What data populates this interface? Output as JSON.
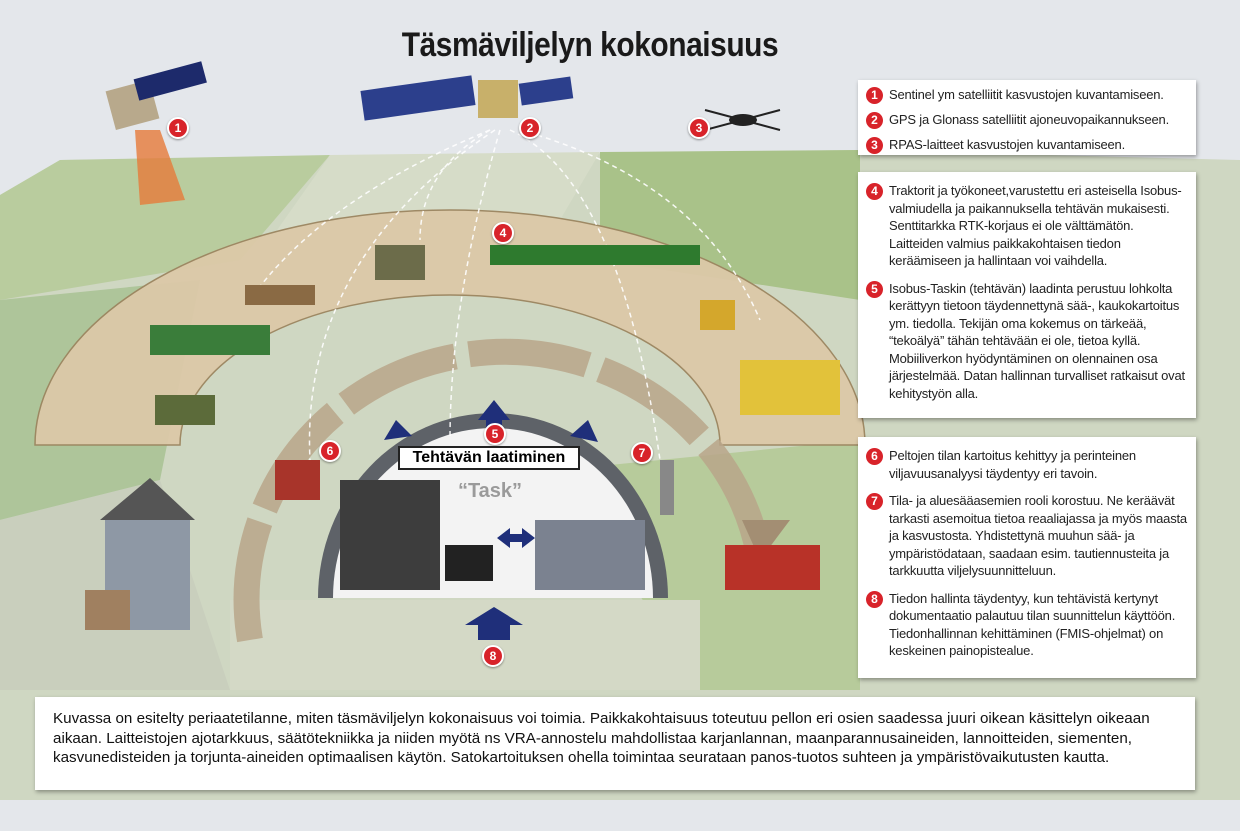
{
  "title": "Täsmäviljelyn kokonaisuus",
  "center_label": "Tehtävän laatiminen",
  "center_task": "“Task”",
  "markers": [
    "1",
    "2",
    "3",
    "4",
    "5",
    "6",
    "7",
    "8"
  ],
  "legend_top": [
    {
      "num": "1",
      "text": "Sentinel ym satelliitit kasvustojen kuvantamiseen."
    },
    {
      "num": "2",
      "text": "GPS ja Glonass satelliitit ajoneuvopaikannukseen."
    },
    {
      "num": "3",
      "text": "RPAS-laitteet kasvustojen kuvantamiseen."
    }
  ],
  "legend_middle": [
    {
      "num": "4",
      "text": "Traktorit ja työkoneet,varustettu eri asteisella Isobus-valmiudella ja paikannuksella tehtävän mukaisesti. Senttitarkka RTK-korjaus ei ole välttämätön. Laitteiden valmius paikkakohtaisen tiedon keräämiseen ja hallintaan voi vaihdella."
    },
    {
      "num": "5",
      "text": "Isobus-Taskin (tehtävän) laadinta perustuu lohkolta kerättyyn tietoon täydennettynä sää-, kaukokartoitus ym. tiedolla. Tekijän oma kokemus on tärkeää, “tekoälyä” tähän tehtävään ei ole, tietoa kyllä. Mobiiliverkon hyödyntäminen on olennainen osa järjestelmää. Datan hallinnan turvalliset ratkaisut ovat kehitystyön alla."
    }
  ],
  "legend_bottom": [
    {
      "num": "6",
      "text": "Peltojen tilan kartoitus kehittyy ja perinteinen viljavuusanalyysi täydentyy eri tavoin."
    },
    {
      "num": "7",
      "text": "Tila- ja aluesääasemien rooli korostuu. Ne keräävät tarkasti asemoitua tietoa reaaliajassa ja myös maasta ja kasvustosta. Yhdistettynä muuhun sää- ja ympäristödataan, saadaan esim. tautiennusteita ja tarkkuutta viljelysuunnitteluun."
    },
    {
      "num": "8",
      "text": "Tiedon hallinta täydentyy, kun tehtävistä kertynyt dokumentaatio palautuu tilan suunnittelun käyttöön. Tiedonhallinnan kehittäminen (FMIS-ohjelmat) on keskeinen painopistealue."
    }
  ],
  "caption": "Kuvassa on esitelty periaatetilanne, miten täsmäviljelyn kokonaisuus voi toimia. Paikkakohtaisuus toteutuu pellon eri osien saadessa juuri oikean käsittelyn oikeaan aikaan. Laitteistojen ajotarkkuus, säätötekniikka ja niiden myötä ns VRA-annostelu mahdollistaa karjanlannan, maanparannusaineiden, lannoitteiden, siementen, kasvunedisteiden ja torjunta-aineiden optimaalisen käytön. Satokartoituksen ohella toimintaa seurataan panos-tuotos suhteen ja ympäristövaikutusten kautta.",
  "colors": {
    "marker": "#d8232a",
    "arrow": "#1f2f7a",
    "arch": "#d9c7a8"
  }
}
